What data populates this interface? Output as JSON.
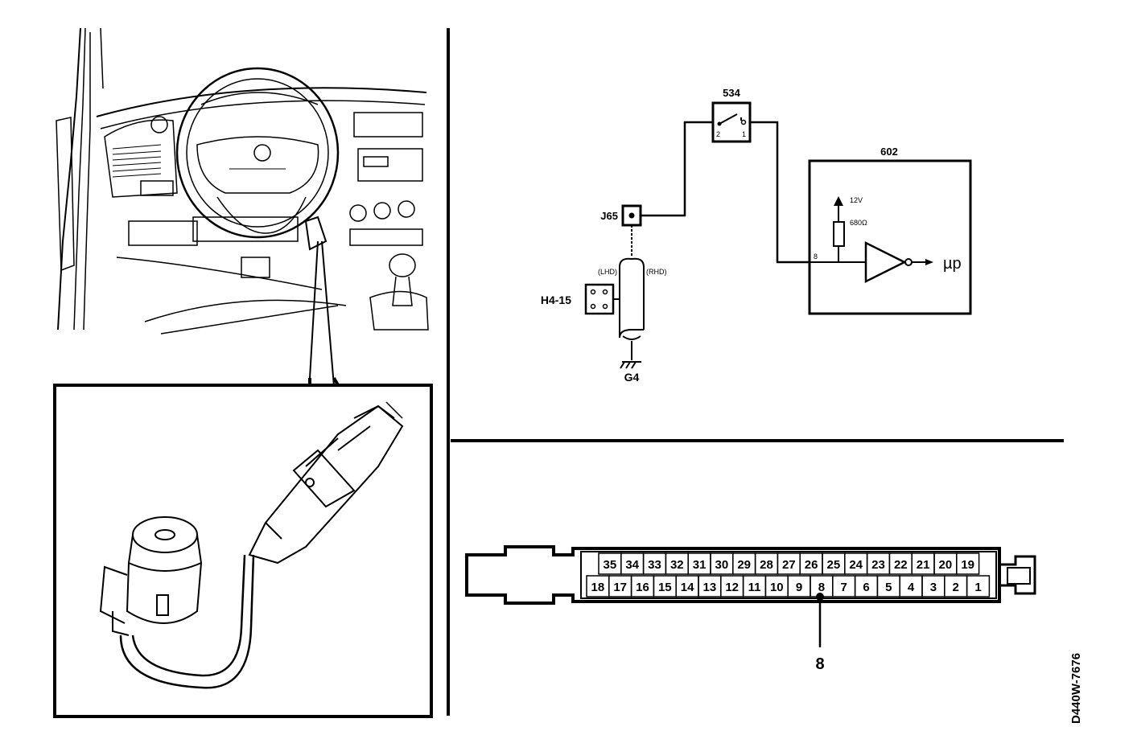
{
  "drawing_id": "D440W-7676",
  "schematic": {
    "switch_label": "534",
    "switch_pin_2": "2",
    "switch_pin_1": "1",
    "module_label": "602",
    "module_pin": "8",
    "supply_label": "12V",
    "resistor_label": "680Ω",
    "output_label": "µp",
    "junction_label": "J65",
    "connector_label": "H4-15",
    "ground_label": "G4",
    "lhd_label": "(LHD)",
    "rhd_label": "(RHD)"
  },
  "connector": {
    "top_row": [
      "35",
      "34",
      "33",
      "32",
      "31",
      "30",
      "29",
      "28",
      "27",
      "26",
      "25",
      "24",
      "23",
      "22",
      "21",
      "20",
      "19"
    ],
    "bottom_row": [
      "18",
      "17",
      "16",
      "15",
      "14",
      "13",
      "12",
      "11",
      "10",
      "9",
      "8",
      "7",
      "6",
      "5",
      "4",
      "3",
      "2",
      "1"
    ],
    "highlight_pin_label": "8"
  }
}
